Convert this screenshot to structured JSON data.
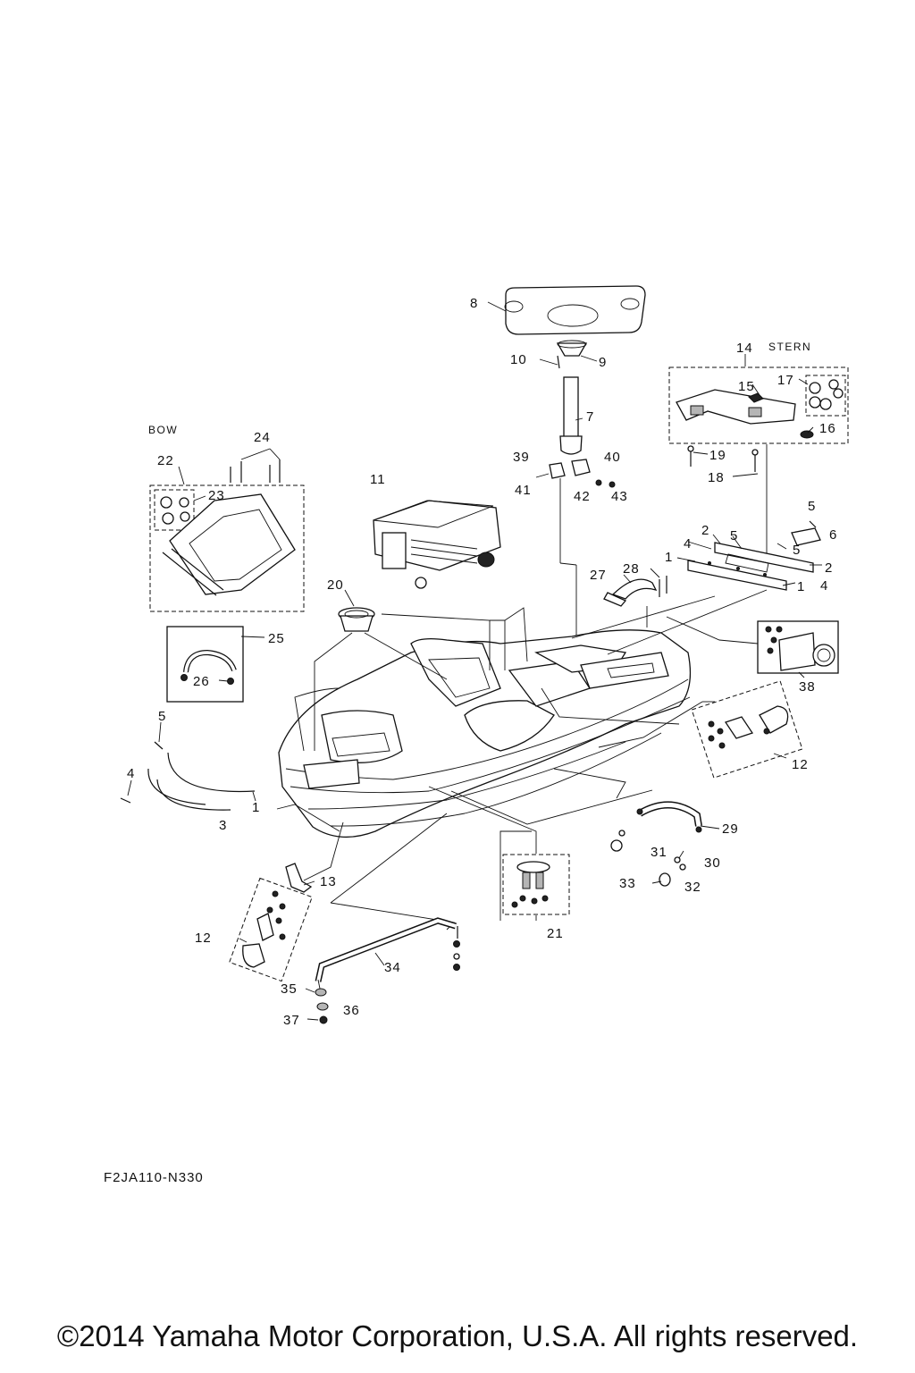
{
  "diagram": {
    "labels": {
      "bow": "BOW",
      "stern": "STERN",
      "diagram_code": "F2JA110-N330"
    },
    "callouts": [
      {
        "id": "c8",
        "text": "8"
      },
      {
        "id": "c10",
        "text": "10"
      },
      {
        "id": "c9",
        "text": "9"
      },
      {
        "id": "c14",
        "text": "14"
      },
      {
        "id": "c15",
        "text": "15"
      },
      {
        "id": "c17",
        "text": "17"
      },
      {
        "id": "c16",
        "text": "16"
      },
      {
        "id": "c7",
        "text": "7"
      },
      {
        "id": "c19",
        "text": "19"
      },
      {
        "id": "c18",
        "text": "18"
      },
      {
        "id": "c24",
        "text": "24"
      },
      {
        "id": "c22",
        "text": "22"
      },
      {
        "id": "c23",
        "text": "23"
      },
      {
        "id": "c11",
        "text": "11"
      },
      {
        "id": "c39",
        "text": "39"
      },
      {
        "id": "c40",
        "text": "40"
      },
      {
        "id": "c41",
        "text": "41"
      },
      {
        "id": "c42",
        "text": "42"
      },
      {
        "id": "c43",
        "text": "43"
      },
      {
        "id": "c5a",
        "text": "5"
      },
      {
        "id": "c6",
        "text": "6"
      },
      {
        "id": "c2a",
        "text": "2"
      },
      {
        "id": "c5b",
        "text": "5"
      },
      {
        "id": "c5c",
        "text": "5"
      },
      {
        "id": "c4a",
        "text": "4"
      },
      {
        "id": "c1a",
        "text": "1"
      },
      {
        "id": "c2b",
        "text": "2"
      },
      {
        "id": "c1b",
        "text": "1"
      },
      {
        "id": "c4b",
        "text": "4"
      },
      {
        "id": "c28",
        "text": "28"
      },
      {
        "id": "c27",
        "text": "27"
      },
      {
        "id": "c20",
        "text": "20"
      },
      {
        "id": "c25",
        "text": "25"
      },
      {
        "id": "c26",
        "text": "26"
      },
      {
        "id": "c38",
        "text": "38"
      },
      {
        "id": "c5d",
        "text": "5"
      },
      {
        "id": "c12a",
        "text": "12"
      },
      {
        "id": "c4c",
        "text": "4"
      },
      {
        "id": "c1c",
        "text": "1"
      },
      {
        "id": "c3",
        "text": "3"
      },
      {
        "id": "c29",
        "text": "29"
      },
      {
        "id": "c31",
        "text": "31"
      },
      {
        "id": "c30",
        "text": "30"
      },
      {
        "id": "c33",
        "text": "33"
      },
      {
        "id": "c32",
        "text": "32"
      },
      {
        "id": "c13",
        "text": "13"
      },
      {
        "id": "c12b",
        "text": "12"
      },
      {
        "id": "c21",
        "text": "21"
      },
      {
        "id": "c34",
        "text": "34"
      },
      {
        "id": "c35",
        "text": "35"
      },
      {
        "id": "c36",
        "text": "36"
      },
      {
        "id": "c37",
        "text": "37"
      }
    ]
  },
  "footer": {
    "copyright": "©2014 Yamaha Motor Corporation, U.S.A. All rights reserved."
  }
}
